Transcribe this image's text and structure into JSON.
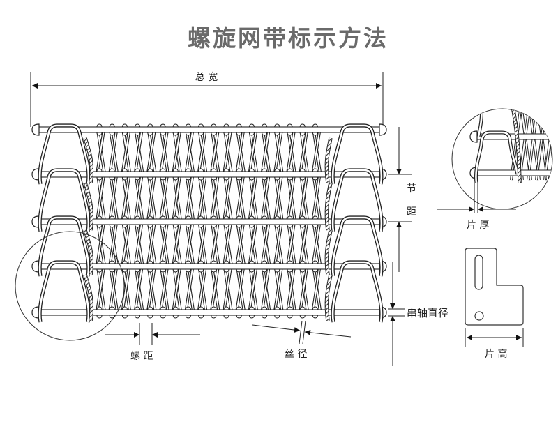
{
  "title": "螺旋网带标示方法",
  "labels": {
    "total_width": "总 宽",
    "pitch": [
      "节",
      "距"
    ],
    "rod_diameter": "串轴直径",
    "spiral_pitch": "螺 距",
    "wire_diameter": "丝 径",
    "plate_thickness": "片 厚",
    "plate_height": "片 高"
  },
  "colors": {
    "line": "#222222",
    "title": "#6a6a6a",
    "hatch": "#333333"
  }
}
